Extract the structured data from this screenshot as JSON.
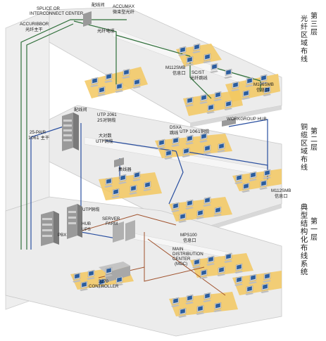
{
  "labels": {
    "splice_center_1": "SPLICE OR",
    "splice_center_2": "INTERCONNECT CENTER",
    "wiring_closet_top": "配线间",
    "accumax_1": "ACCUMAX",
    "accumax_2": "微束型光纤",
    "accuribbor_1": "ACCURIBBOR",
    "accuribbor_2": "光纤主干",
    "fiber_cable": "光纤电缆",
    "m112smb_top_1": "M112SMB",
    "m112smb_top_2": "信息口",
    "scst_1": "SC/ST",
    "scst_2": "光纤跳线",
    "m106smb_1": "M106SMB",
    "m106smb_2": "信息口",
    "wiring_closet_mid": "配线间",
    "utp2061_1": "UTP 2061",
    "utp2061_2": "25对铜缆",
    "pair25_1": "25-PAIR",
    "pair25_2": "1061 主干",
    "dsxa_1": "DSXA",
    "dsxa_2": "跳线",
    "workgroup_hub": "WORKGROUP HUB",
    "utp1061": "UTP 1061铜缆",
    "large_utp_1": "大对数",
    "large_utp_2": "UTP铜缆",
    "concentrator": "集线器",
    "m112smb_mid_1": "M112SMB",
    "m112smb_mid_2": "信息口",
    "utp_copper": "UTP铜缆",
    "pbx": "PBX",
    "hub": "HUB",
    "ups": "UPS",
    "server_farm_1": "SERVER",
    "server_farm_2": "FARM",
    "mps100_1": "MPS100",
    "mps100_2": "信息口",
    "mdc_1": "MAIN",
    "mdc_2": "DISTRIBUTION",
    "mdc_3": "CENTER",
    "mdc_4": "(MDC)",
    "controller_1": "3270",
    "controller_2": "CONTROLLER"
  },
  "floors": {
    "third_1": "第三层",
    "third_2": "光纤区域布线",
    "second_1": "第二层",
    "second_2": "铜缆区域布线",
    "first_1": "第一层",
    "first_2": "典型结构化布线系统"
  },
  "colors": {
    "floor_plate": "#ececec",
    "floor_edge": "#c9c9c9",
    "wall": "#f4f4f4",
    "desk_zone": "#f3c860",
    "fiber_line": "#2f6f3a",
    "copper_line": "#2a4fa0",
    "backbone_line": "#a0522d",
    "monitor_screen": "#2b5d9e",
    "pc_body": "#d9d9d9"
  }
}
